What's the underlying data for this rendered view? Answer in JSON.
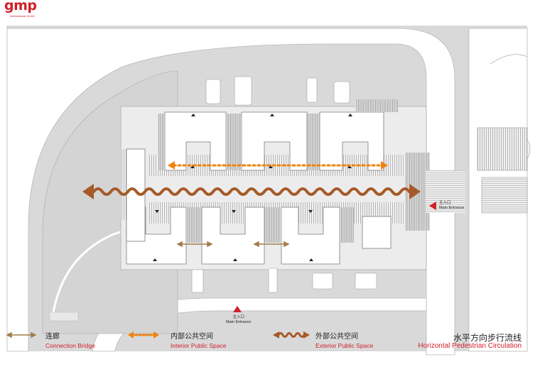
{
  "logo": {
    "name": "gmp",
    "subtitle": "International GmbH"
  },
  "title": {
    "zh": "水平方向步行流线",
    "en": "Horizontal Pedestrian Circulation"
  },
  "entrances": {
    "east": {
      "zh": "主入口",
      "en": "Main Entrance"
    },
    "south": {
      "zh": "主入口",
      "en": "Main Entrance"
    }
  },
  "legend": [
    {
      "zh": "连廊",
      "en": "Connection Bridge",
      "icon": "double-arrow-brown"
    },
    {
      "zh": "内部公共空间",
      "en": "Interior Public Space",
      "icon": "dotted-double-arrow-orange"
    },
    {
      "zh": "外部公共空间",
      "en": "Exterior Public Space",
      "icon": "wavy-double-arrow-brown"
    }
  ],
  "colors": {
    "site": "#d9d9d9",
    "road": "#ffffff",
    "building": "#ffffff",
    "accent": "#d0202a",
    "connection": "#a47c4a",
    "interior": "#f0820f",
    "exterior": "#a55a28"
  }
}
